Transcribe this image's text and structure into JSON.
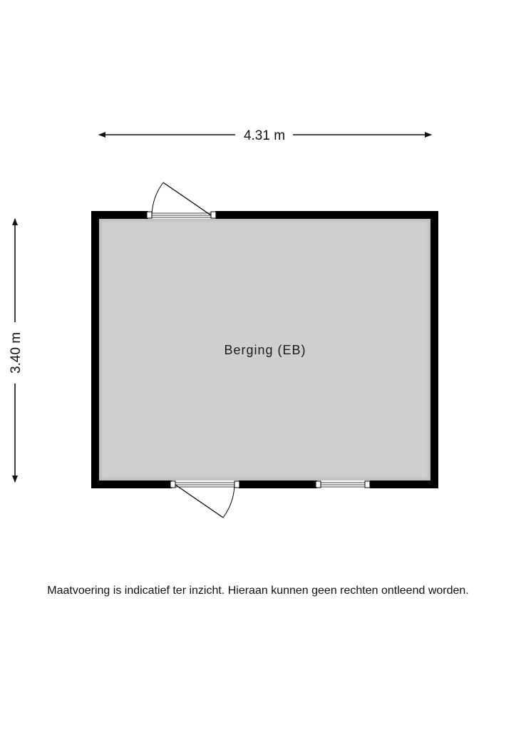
{
  "dimensions": {
    "width_label": "4.31 m",
    "height_label": "3.40 m"
  },
  "room": {
    "label": "Berging (EB)"
  },
  "disclaimer": "Maatvoering is indicatief ter inzicht. Hieraan kunnen geen rechten ontleend worden.",
  "colors": {
    "wall": "#000000",
    "floor": "#cfcfcf",
    "text": "#111111"
  }
}
